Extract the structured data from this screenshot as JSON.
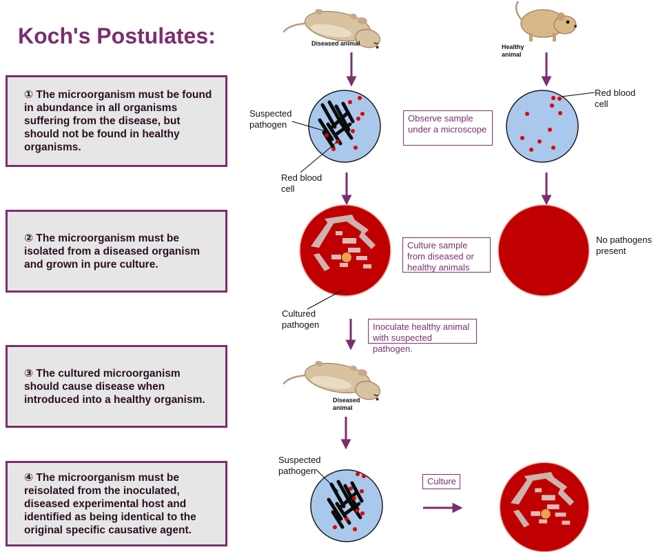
{
  "title": "Koch's Postulates:",
  "postulates": [
    {
      "text": "① The microorganism must be found in abundance in all organisms suffering from the disease, but should not be found in healthy organisms."
    },
    {
      "text": "② The microorganism must be isolated from a diseased organism and grown in pure culture."
    },
    {
      "text": "③ The cultured microorganism should cause disease when introduced into a healthy organism."
    },
    {
      "text": "④ The microorganism must be reisolated from the inoculated, diseased experimental host and identified as being identical to the original specific causative agent."
    }
  ],
  "callouts": {
    "observe": "Observe sample under a microscope",
    "culture_sample": "Culture sample from diseased or healthy animals",
    "inoculate": "Inoculate healthy animal with suspected pathogen.",
    "culture": "Culture"
  },
  "labels": {
    "diseased_animal": "Diseased animal",
    "healthy_animal": "Healthy animal",
    "suspected_pathogen": "Suspected pathogen",
    "red_blood_cell": "Red blood cell",
    "no_pathogens": "No pathogens present",
    "cultured_pathogen": "Cultured pathogen"
  },
  "colors": {
    "accent": "#7b2e6e",
    "panel": "#e7e6e6",
    "sample": "#a9c8ec",
    "agar": "#c00000",
    "rbc": "#e00000"
  }
}
